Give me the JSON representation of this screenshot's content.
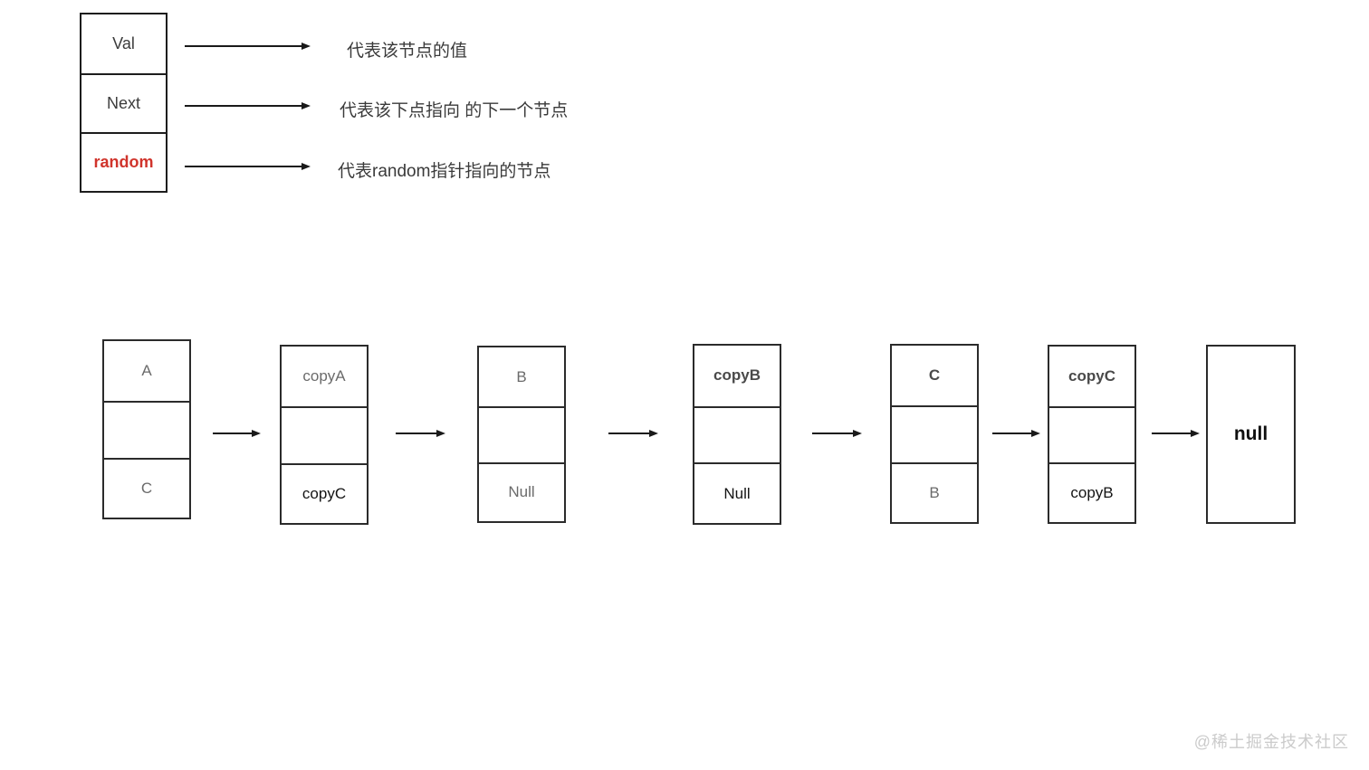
{
  "legend": {
    "rows": [
      {
        "field": "Val",
        "description": "代表该节点的值"
      },
      {
        "field": "Next",
        "description": "代表该下点指向 的下一个节点"
      },
      {
        "field": "random",
        "description": "代表random指针指向的节点"
      }
    ]
  },
  "chain": {
    "nodes": [
      {
        "val": "A",
        "random": "C"
      },
      {
        "val": "copyA",
        "random": "copyC"
      },
      {
        "val": "B",
        "random": "Null"
      },
      {
        "val": "copyB",
        "random": "Null"
      },
      {
        "val": "C",
        "random": "B"
      },
      {
        "val": "copyC",
        "random": "copyB"
      },
      {
        "val": "null"
      }
    ]
  },
  "watermark": "@稀土掘金技术社区",
  "colors": {
    "highlight_red": "#d0342c",
    "text_gray": "#6b6b6b",
    "text_dark": "#141414",
    "bold_gray": "#4a4a4a",
    "border": "#2b2b2b",
    "watermark_gray": "#cbcbcb"
  }
}
